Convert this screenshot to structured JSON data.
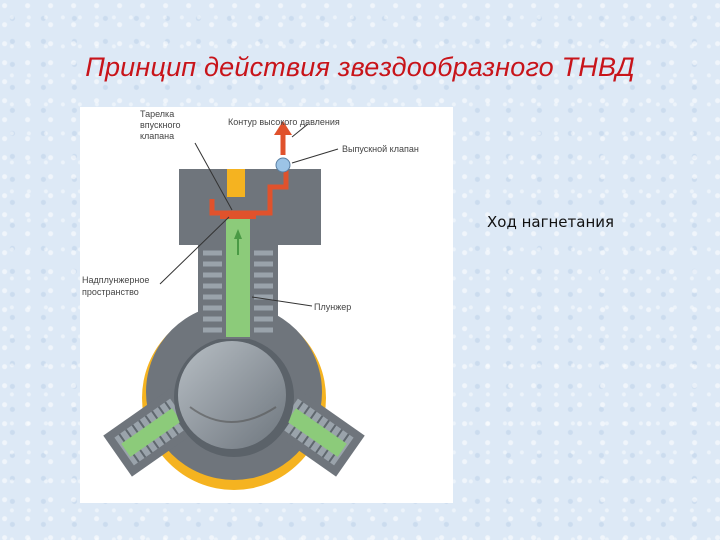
{
  "title": "Принцип действия звездообразного ТНВД",
  "caption": "Ход нагнетания",
  "diagram": {
    "labels": {
      "inlet_valve_plate_1": "Тарелка",
      "inlet_valve_plate_2": "впускного",
      "inlet_valve_plate_3": "клапана",
      "high_pressure_circuit": "Контур высокого давления",
      "outlet_valve": "Выпускной клапан",
      "above_plunger_1": "Надплунжерное",
      "above_plunger_2": "пространство",
      "plunger": "Плунжер"
    }
  },
  "colors": {
    "title": "#c8141a",
    "housing": "#6f757c",
    "fuel_red": "#e0522c",
    "plunger_green": "#8ccb7a",
    "ring_orange": "#f5b320",
    "spring_gray": "#9aa3ab",
    "shaft_gray": "#8d959c"
  }
}
